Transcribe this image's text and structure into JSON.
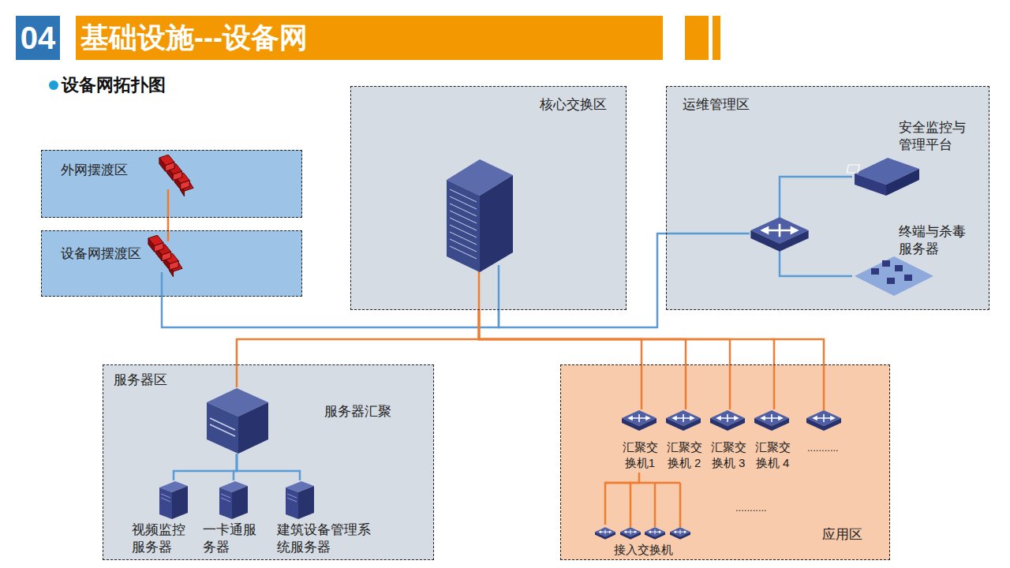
{
  "diagram": {
    "title": "基础设施---设备网",
    "nodes": [
      {
        "text": [
          "外网摆渡区"
        ]
      },
      {
        "text": [
          "设备网摆渡区"
        ]
      },
      {
        "text": [
          "核心交换区"
        ]
      },
      {
        "text": [
          "运维管理区"
        ]
      },
      {
        "text": [
          "服务器区"
        ]
      },
      {
        "text": [
          "应用区"
        ]
      },
      {
        "text": [
          "安全监控与 管理平台"
        ],
        "in": 3
      },
      {
        "text": [
          "终端与杀毒 服务器"
        ],
        "in": 3
      },
      {
        "text": [
          "服务器汇聚"
        ],
        "in": 4
      },
      {
        "text": [
          "视频监控 服务器"
        ],
        "in": 4
      },
      {
        "text": [
          "一卡通服 务器"
        ],
        "in": 4
      },
      {
        "text": [
          "建筑设备管理系 统服务器"
        ],
        "in": 4
      },
      {
        "text": [
          "汇聚交 换机1"
        ],
        "in": 5
      },
      {
        "text": [
          "汇聚交 换机 2"
        ],
        "in": 5
      },
      {
        "text": [
          "汇聚交 换机 3"
        ],
        "in": 5
      },
      {
        "text": [
          "汇聚交 换机 4"
        ],
        "in": 5
      },
      {
        "text": [
          "接入交换机"
        ],
        "in": 5
      }
    ],
    "edges": [
      {
        "from": 0,
        "to": 1,
        "arrow": "none"
      },
      {
        "from": 1,
        "to": 2,
        "arrow": "none"
      },
      {
        "from": 2,
        "to": 3,
        "arrow": "none"
      },
      {
        "from": 2,
        "to": 8,
        "arrow": "none"
      },
      {
        "from": 2,
        "to": 12,
        "arrow": "none"
      },
      {
        "from": 2,
        "to": 13,
        "arrow": "none"
      },
      {
        "from": 2,
        "to": 14,
        "arrow": "none"
      },
      {
        "from": 2,
        "to": 15,
        "arrow": "none"
      },
      {
        "from": 8,
        "to": 9,
        "arrow": "none"
      },
      {
        "from": 8,
        "to": 10,
        "arrow": "none"
      },
      {
        "from": 8,
        "to": 11,
        "arrow": "none"
      },
      {
        "from": 12,
        "to": 16,
        "arrow": "none"
      }
    ],
    "labels": [
      "04",
      "设备网拓扑图",
      "...........",
      "..........."
    ]
  }
}
